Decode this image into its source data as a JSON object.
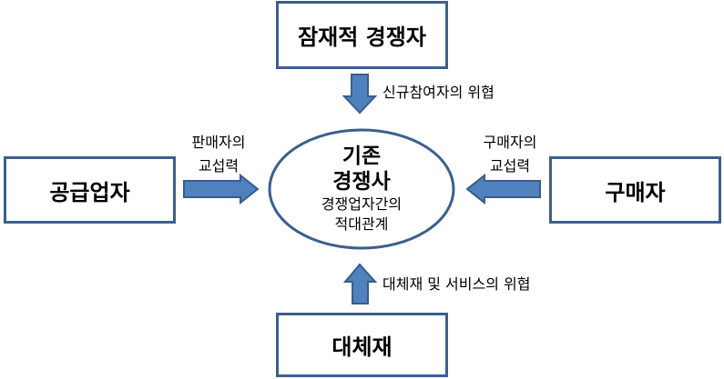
{
  "nodes": {
    "potential_entrants": "잠재적 경쟁자",
    "suppliers": "공급업자",
    "buyers": "구매자",
    "substitutes": "대체재",
    "center": {
      "title_line1": "기존",
      "title_line2": "경쟁사",
      "sub_line1": "경쟁업자간의",
      "sub_line2": "적대관계"
    }
  },
  "edges": {
    "entrants_threat": "신규참여자의 위협",
    "supplier_power": {
      "line1": "판매자의",
      "line2": "교섭력"
    },
    "buyer_power": {
      "line1": "구매자의",
      "line2": "교섭력"
    },
    "substitute_threat": "대체재 및 서비스의 위협"
  },
  "colors": {
    "arrow_fill": "#4f81bd",
    "arrow_stroke": "#385d8a",
    "border": "#3c5f8c"
  }
}
